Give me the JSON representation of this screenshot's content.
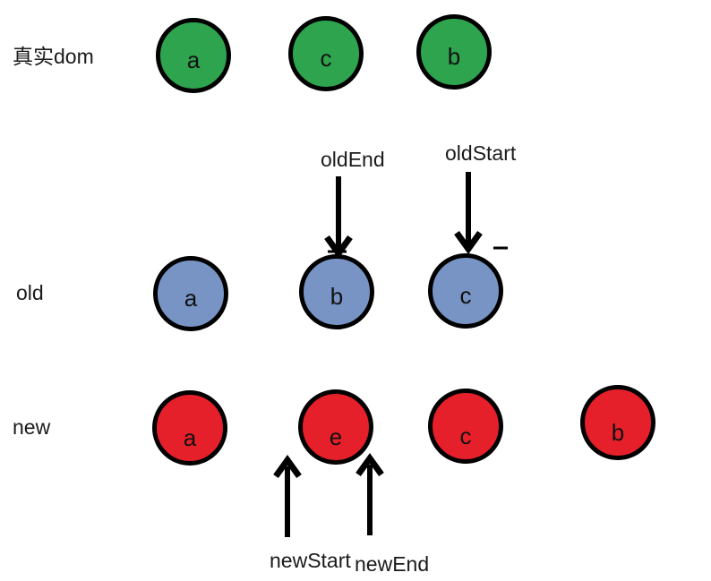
{
  "diagram": {
    "rows": [
      {
        "id": "real-dom",
        "label": "真实dom",
        "color": "#2ea44f",
        "nodes": [
          "a",
          "c",
          "b"
        ]
      },
      {
        "id": "old",
        "label": "old",
        "color": "#7794c4",
        "nodes": [
          "a",
          "b",
          "c"
        ]
      },
      {
        "id": "new",
        "label": "new",
        "color": "#e6202a",
        "nodes": [
          "a",
          "e",
          "c",
          "b"
        ]
      }
    ],
    "pointers": [
      {
        "label": "oldEnd",
        "direction": "down",
        "points_to": "old node b"
      },
      {
        "label": "oldStart",
        "direction": "down",
        "points_to": "old node c"
      },
      {
        "label": "newStart",
        "direction": "up",
        "points_to": "new node e (left side)"
      },
      {
        "label": "newEnd",
        "direction": "up",
        "points_to": "new node e (right side)"
      }
    ],
    "colors": {
      "background": "#ffffff",
      "outline": "#000000",
      "text": "#1a1a1a"
    }
  }
}
